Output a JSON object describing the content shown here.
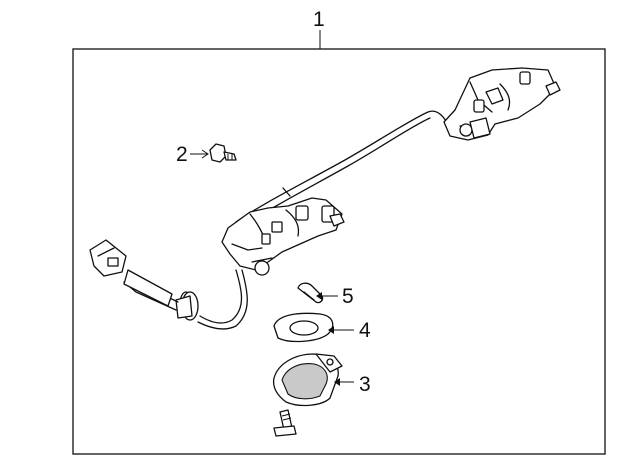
{
  "diagram": {
    "callouts": [
      {
        "id": "1",
        "label": "1"
      },
      {
        "id": "2",
        "label": "2"
      },
      {
        "id": "3",
        "label": "3"
      },
      {
        "id": "4",
        "label": "4"
      },
      {
        "id": "5",
        "label": "5"
      }
    ]
  },
  "colors": {
    "line": "#111111",
    "shade": "#c9c9c9",
    "background": "#ffffff"
  }
}
